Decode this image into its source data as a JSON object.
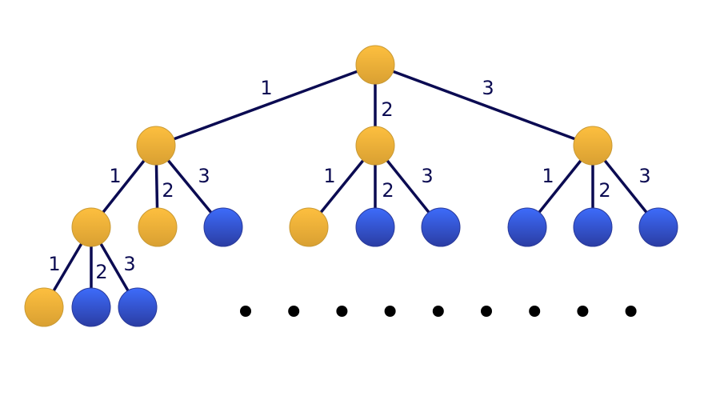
{
  "colors": {
    "orange_top": "#FDBF3F",
    "orange_bottom": "#D9A032",
    "blue_top": "#3D6BFA",
    "blue_bottom": "#2B3DA3",
    "edge": "#0B0B52"
  },
  "tree": {
    "root": {
      "kind": "orange"
    },
    "level1": [
      {
        "edge_label": "1",
        "kind": "orange"
      },
      {
        "edge_label": "2",
        "kind": "orange"
      },
      {
        "edge_label": "3",
        "kind": "orange"
      }
    ],
    "level2": [
      {
        "parent": 0,
        "edge_label": "1",
        "kind": "orange"
      },
      {
        "parent": 0,
        "edge_label": "2",
        "kind": "orange"
      },
      {
        "parent": 0,
        "edge_label": "3",
        "kind": "blue"
      },
      {
        "parent": 1,
        "edge_label": "1",
        "kind": "orange"
      },
      {
        "parent": 1,
        "edge_label": "2",
        "kind": "blue"
      },
      {
        "parent": 1,
        "edge_label": "3",
        "kind": "blue"
      },
      {
        "parent": 2,
        "edge_label": "1",
        "kind": "blue"
      },
      {
        "parent": 2,
        "edge_label": "2",
        "kind": "blue"
      },
      {
        "parent": 2,
        "edge_label": "3",
        "kind": "blue"
      }
    ],
    "level3": [
      {
        "parent": 0,
        "edge_label": "1",
        "kind": "orange"
      },
      {
        "parent": 0,
        "edge_label": "2",
        "kind": "blue"
      },
      {
        "parent": 0,
        "edge_label": "3",
        "kind": "blue"
      }
    ],
    "ellipsis_dots": 9
  }
}
